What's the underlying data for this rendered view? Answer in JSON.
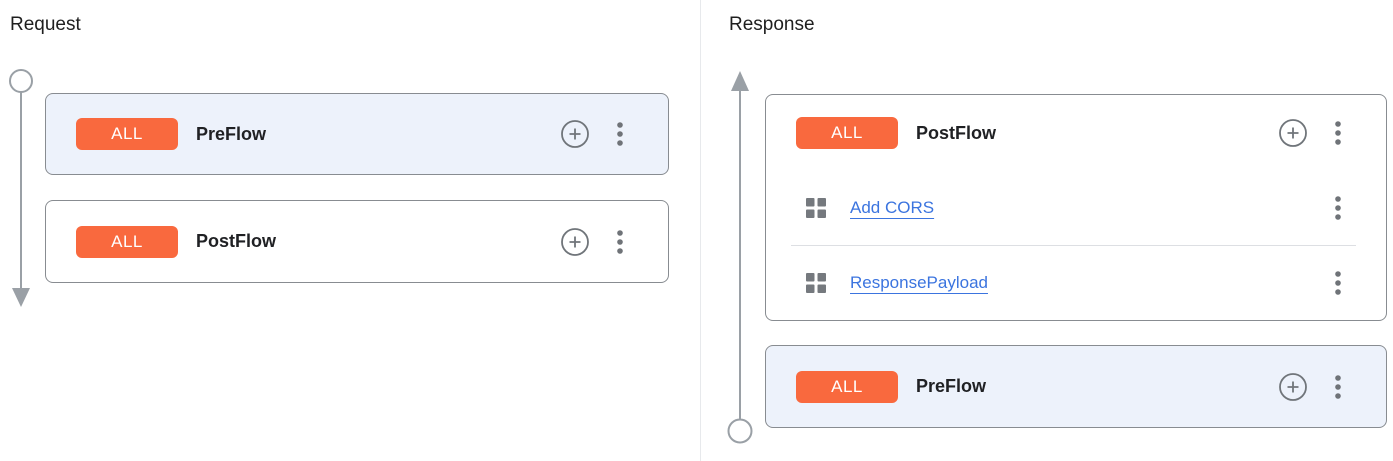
{
  "request_panel": {
    "title": "Request",
    "flows": [
      {
        "badge": "ALL",
        "name": "PreFlow",
        "selected": true,
        "policies": []
      },
      {
        "badge": "ALL",
        "name": "PostFlow",
        "selected": false,
        "policies": []
      }
    ]
  },
  "response_panel": {
    "title": "Response",
    "flows": [
      {
        "badge": "ALL",
        "name": "PostFlow",
        "selected": false,
        "policies": [
          "Add CORS",
          "ResponsePayload"
        ]
      },
      {
        "badge": "ALL",
        "name": "PreFlow",
        "selected": true,
        "policies": []
      }
    ]
  },
  "icons": {
    "add": "plus-circle-icon",
    "more": "kebab-menu-icon",
    "policy": "drag-handle-grid-icon",
    "request_timeline": "circle-start-arrow-down",
    "response_timeline": "arrow-up-circle-end"
  },
  "colors": {
    "badge_orange": "#F9693E",
    "selected_card_background": "#EDF2FB",
    "link_blue": "#3B74DF",
    "card_border": "#888C91",
    "timeline_gray": "#9AA0A6",
    "icon_gray": "#70757A",
    "text_dark": "#202124"
  }
}
